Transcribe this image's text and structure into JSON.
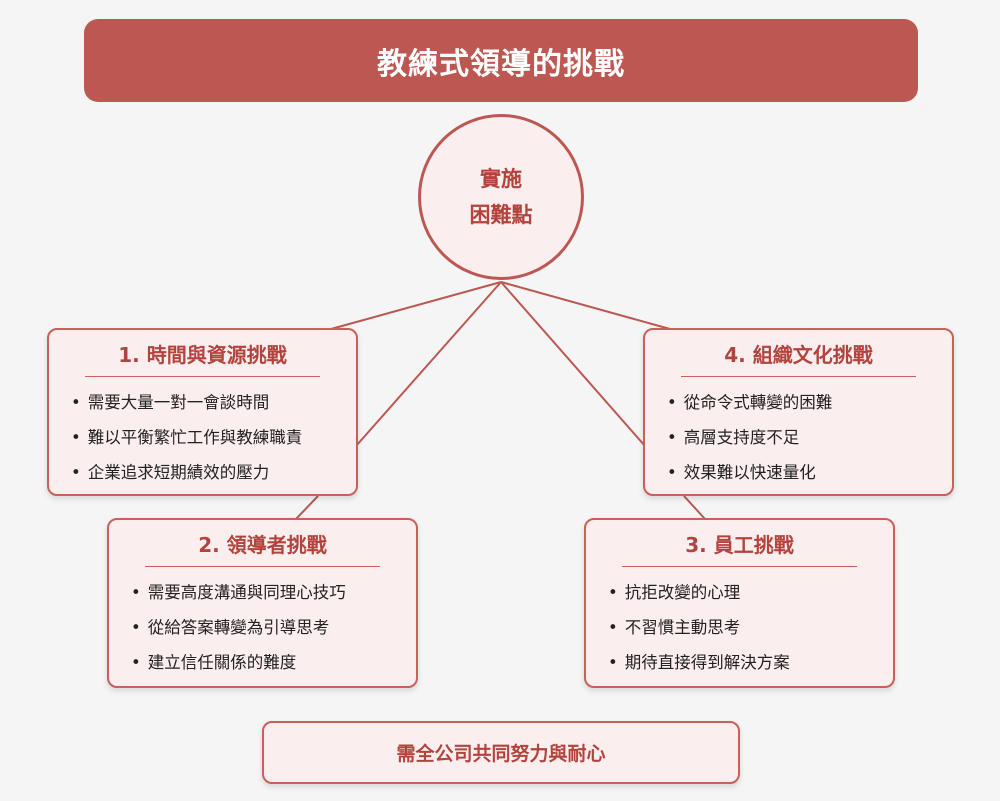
{
  "title": "教練式領導的挑戰",
  "hub": {
    "line1": "實施",
    "line2": "困難點"
  },
  "cards": [
    {
      "title": "1. 時間與資源挑戰",
      "items": [
        "需要大量一對一會談時間",
        "難以平衡繁忙工作與教練職責",
        "企業追求短期績效的壓力"
      ]
    },
    {
      "title": "2. 領導者挑戰",
      "items": [
        "需要高度溝通與同理心技巧",
        "從給答案轉變為引導思考",
        "建立信任關係的難度"
      ]
    },
    {
      "title": "3. 員工挑戰",
      "items": [
        "抗拒改變的心理",
        "不習慣主動思考",
        "期待直接得到解決方案"
      ]
    },
    {
      "title": "4. 組織文化挑戰",
      "items": [
        "從命令式轉變的困難",
        "高層支持度不足",
        "效果難以快速量化"
      ]
    }
  ],
  "footer": "需全公司共同努力與耐心",
  "colors": {
    "accent": "#bd5751",
    "card_bg": "#fbeeee",
    "text_accent": "#b3433d",
    "background": "#f5f5f5"
  }
}
